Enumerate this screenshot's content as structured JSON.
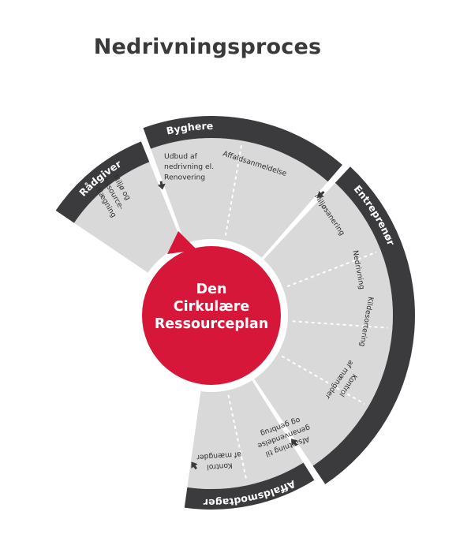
{
  "title": "Nedrivningsproces",
  "colors": {
    "band": "#3b3b3d",
    "segment": "#d9d9da",
    "divider": "#ffffff",
    "arrow": "#3b3b3d",
    "center": "#d7173a",
    "text": "#2e2e30"
  },
  "center_lines": [
    "Den",
    "Cirkulære",
    "Ressourceplan"
  ],
  "bands": [
    {
      "id": "radgiver",
      "label": "Rådgiver"
    },
    {
      "id": "byghere",
      "label": "Byghere"
    },
    {
      "id": "entreprenor",
      "label": "Entreprenør"
    },
    {
      "id": "affaldsmodtager",
      "label": "Affaldsmodtager"
    }
  ],
  "steps": [
    {
      "id": "miljo",
      "lines": [
        "Miljø og",
        "ressource-",
        "kortlægning"
      ]
    },
    {
      "id": "udbud",
      "lines": [
        "Udbud af",
        "nedrivning el.",
        "Renovering"
      ]
    },
    {
      "id": "affaldsanmeldelse",
      "lines": [
        "Affaldsanmeldelse"
      ]
    },
    {
      "id": "miljosanering",
      "lines": [
        "Miljøsanering"
      ]
    },
    {
      "id": "nedrivning",
      "lines": [
        "Nedrivning"
      ]
    },
    {
      "id": "kildesortering",
      "lines": [
        "Kildesortering"
      ]
    },
    {
      "id": "kontrol-entreprenor",
      "lines": [
        "Kontrol",
        "af mængder"
      ]
    },
    {
      "id": "afsaetning",
      "lines": [
        "Afsætning til",
        "genanvendelse",
        "og genbrug"
      ]
    },
    {
      "id": "kontrol-modtager",
      "lines": [
        "Kontrol",
        "af mængder"
      ]
    }
  ]
}
